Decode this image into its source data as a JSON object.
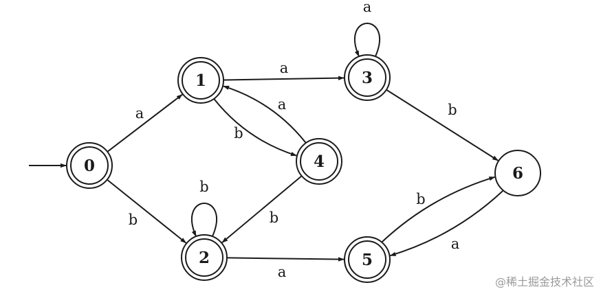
{
  "states": [
    {
      "id": "0",
      "label": "0",
      "accepting": true,
      "start": true
    },
    {
      "id": "1",
      "label": "1",
      "accepting": true
    },
    {
      "id": "2",
      "label": "2",
      "accepting": true
    },
    {
      "id": "3",
      "label": "3",
      "accepting": true
    },
    {
      "id": "4",
      "label": "4",
      "accepting": true
    },
    {
      "id": "5",
      "label": "5",
      "accepting": true
    },
    {
      "id": "6",
      "label": "6",
      "accepting": false
    }
  ],
  "transitions": [
    {
      "from": "0",
      "to": "1",
      "symbol": "a"
    },
    {
      "from": "0",
      "to": "2",
      "symbol": "b"
    },
    {
      "from": "1",
      "to": "3",
      "symbol": "a"
    },
    {
      "from": "1",
      "to": "4",
      "symbol": "b"
    },
    {
      "from": "4",
      "to": "1",
      "symbol": "a"
    },
    {
      "from": "4",
      "to": "2",
      "symbol": "b"
    },
    {
      "from": "2",
      "to": "2",
      "symbol": "b"
    },
    {
      "from": "2",
      "to": "5",
      "symbol": "a"
    },
    {
      "from": "3",
      "to": "3",
      "symbol": "a"
    },
    {
      "from": "3",
      "to": "6",
      "symbol": "b"
    },
    {
      "from": "5",
      "to": "6",
      "symbol": "b"
    },
    {
      "from": "6",
      "to": "5",
      "symbol": "a"
    }
  ],
  "watermark": "@稀土掘金技术社区"
}
